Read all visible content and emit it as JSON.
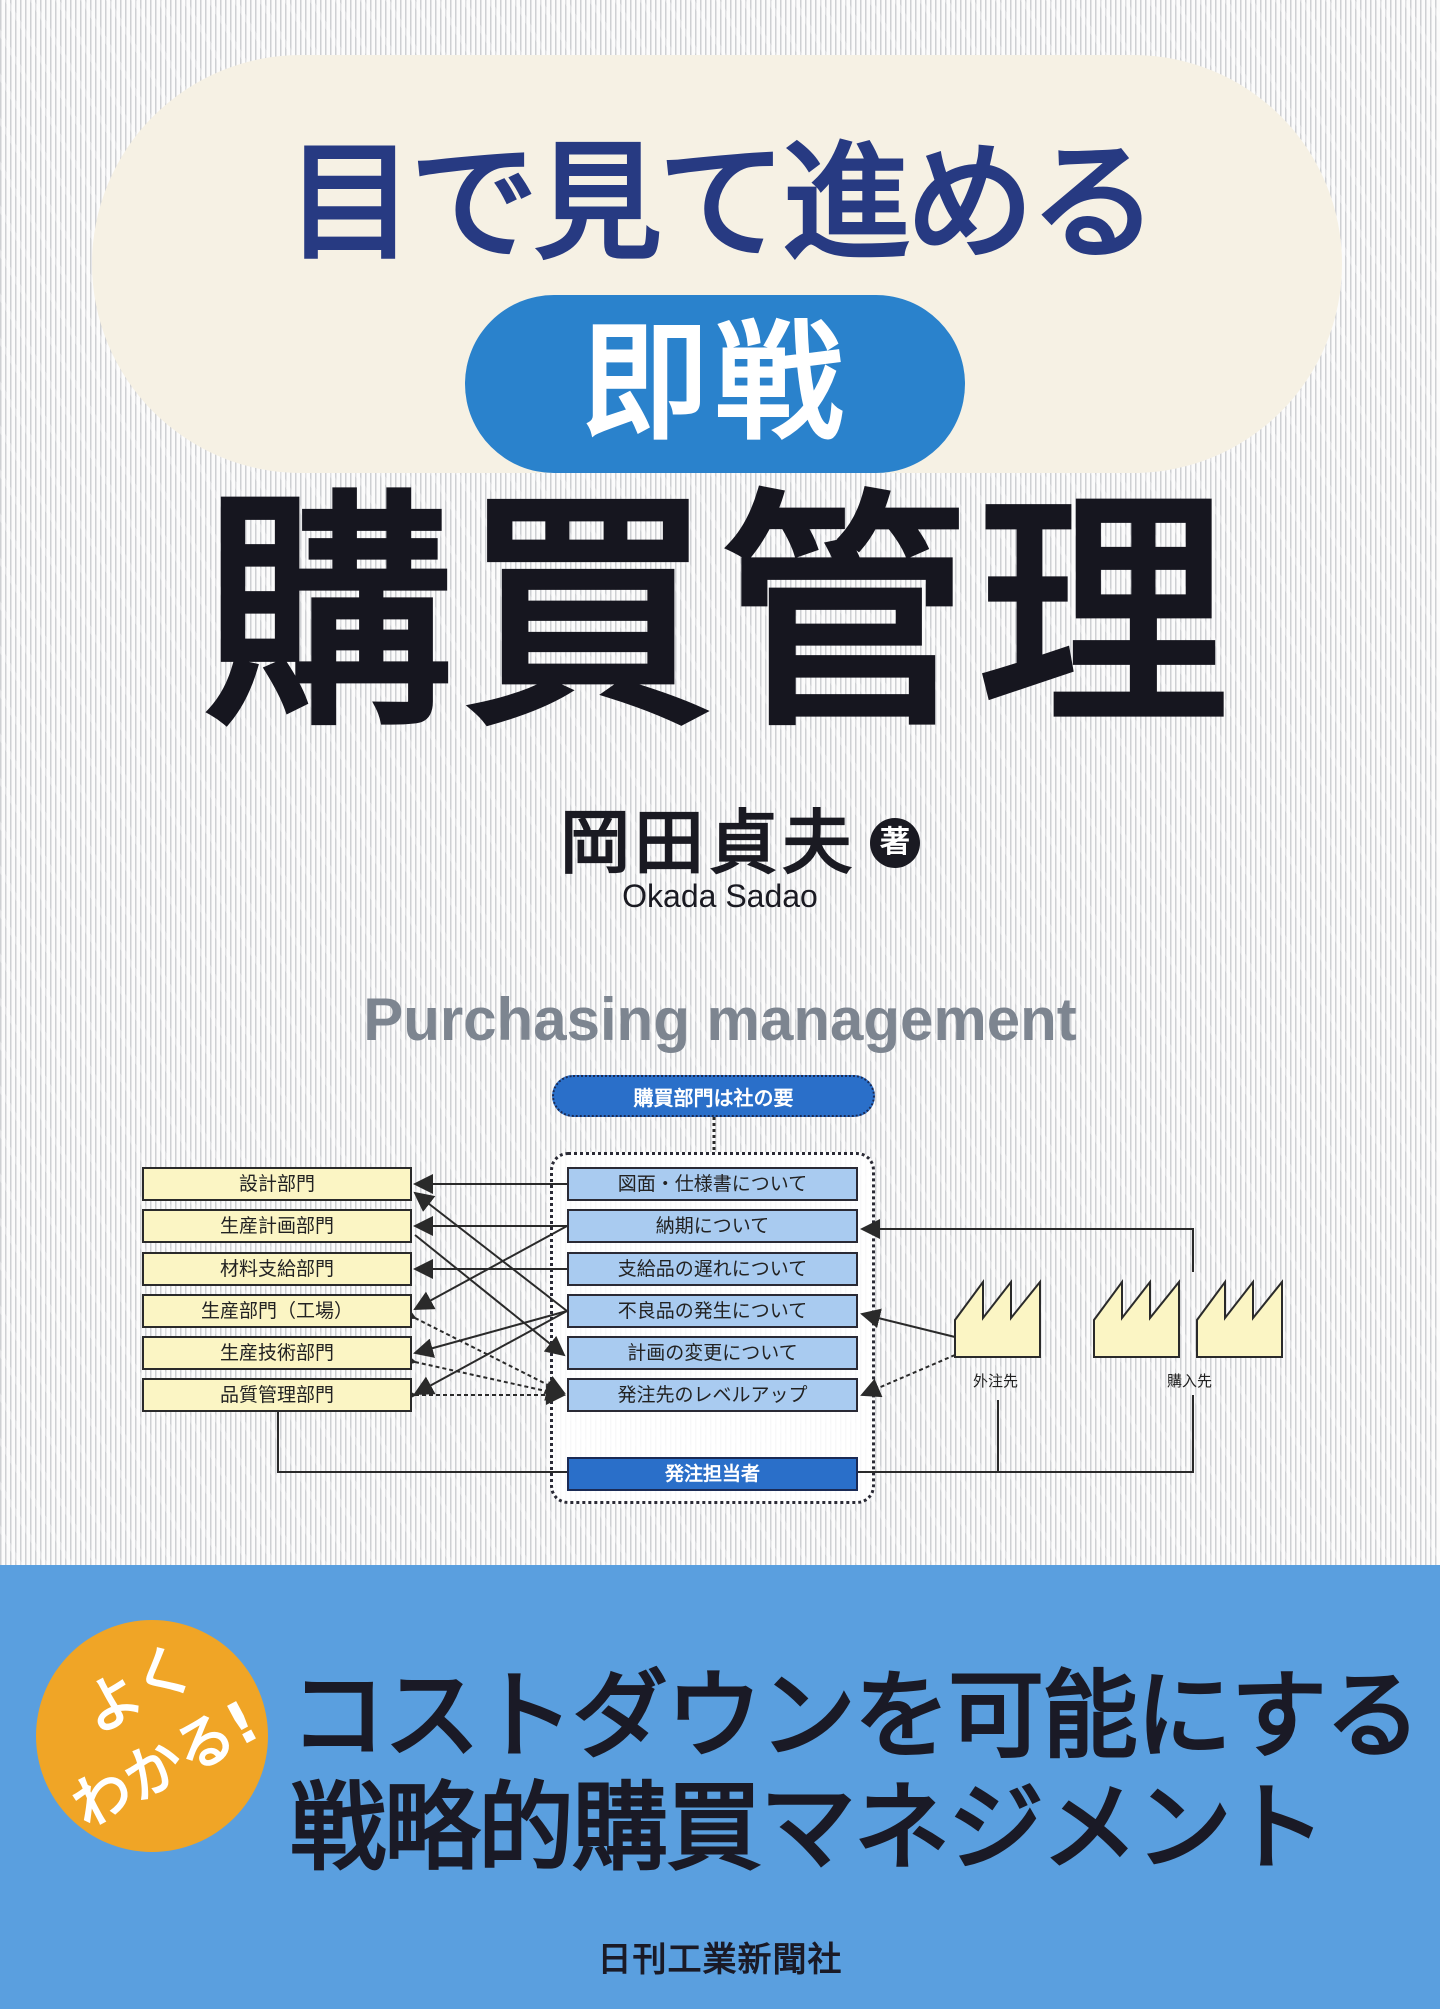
{
  "cover": {
    "title_line1": "目で見て進める",
    "title_badge": "即戦",
    "main_title": "購買管理",
    "author": "岡田貞夫",
    "author_suffix": "著",
    "author_romaji": "Okada Sadao",
    "subtitle_en": "Purchasing management"
  },
  "diagram": {
    "header": "購買部門は社の要",
    "departments": [
      "設計部門",
      "生産計画部門",
      "材料支給部門",
      "生産部門（工場）",
      "生産技術部門",
      "品質管理部門"
    ],
    "topics": [
      "図面・仕様書について",
      "納期について",
      "支給品の遅れについて",
      "不良品の発生について",
      "計画の変更について",
      "発注先のレベルアップ"
    ],
    "owner": "発注担当者",
    "suppliers": [
      {
        "label": "外注先",
        "count": 1
      },
      {
        "label": "購入先",
        "count": 2
      }
    ]
  },
  "band": {
    "badge_line1": "よく",
    "badge_line2": "わかる!",
    "tagline_line1": "コストダウンを可能にする",
    "tagline_line2": "戦略的購買マネジメント",
    "publisher": "日刊工業新聞社"
  },
  "colors": {
    "navy": "#273a82",
    "accent_blue": "#2a82cc",
    "band_blue": "#5a9fdf",
    "badge_orange": "#f0a526",
    "cream": "#f6f1e4",
    "dept_yellow": "#fbf5c4",
    "topic_blue": "#a9cbf0"
  }
}
